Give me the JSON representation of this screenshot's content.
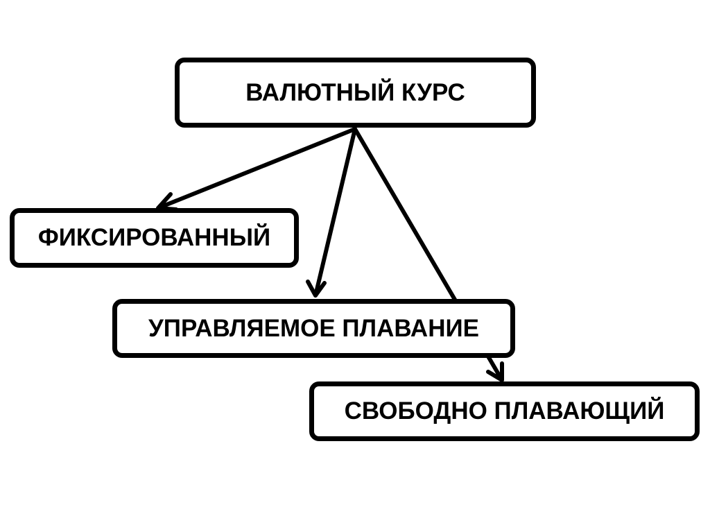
{
  "nodes": {
    "root": "ВАЛЮТНЫЙ КУРС",
    "fixed": "ФИКСИРОВАННЫЙ",
    "managed": "УПРАВЛЯЕМОЕ ПЛАВАНИЕ",
    "free": "СВОБОДНО ПЛАВАЮЩИЙ"
  },
  "edges": [
    {
      "from": "root",
      "to": "fixed"
    },
    {
      "from": "root",
      "to": "managed"
    },
    {
      "from": "root",
      "to": "free"
    }
  ],
  "colors": {
    "stroke": "#000000",
    "background": "#ffffff"
  }
}
